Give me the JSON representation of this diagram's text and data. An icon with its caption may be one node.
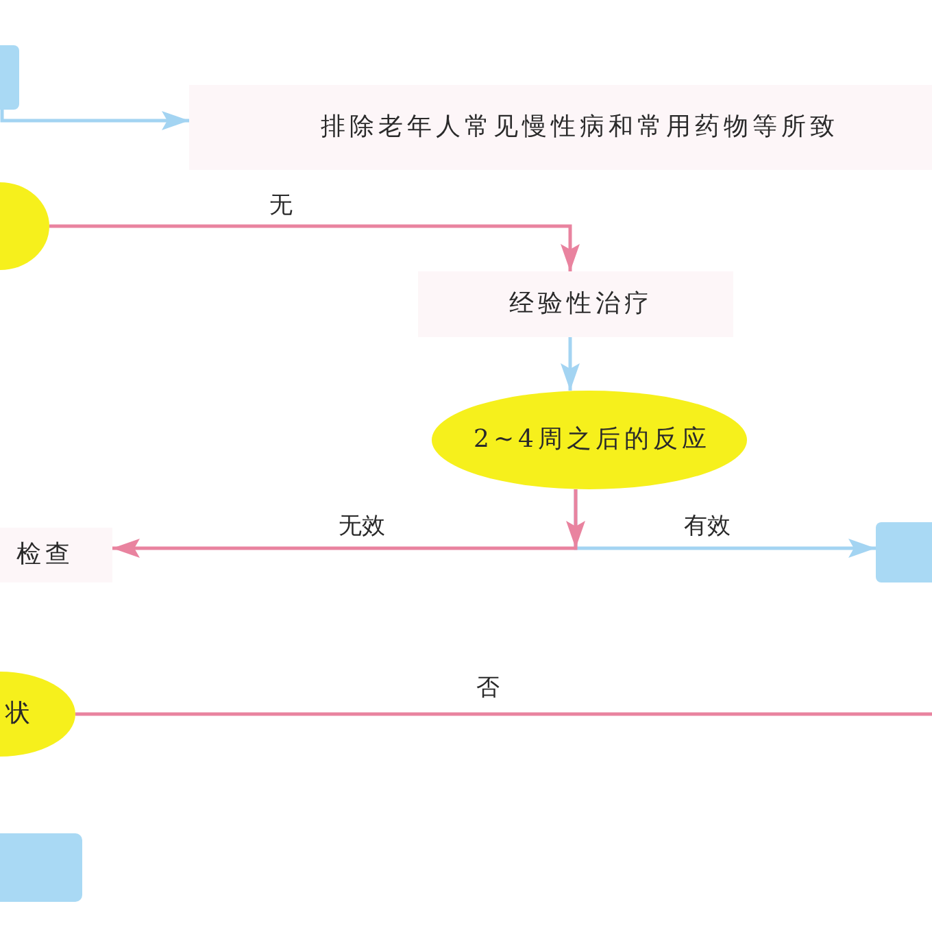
{
  "diagram": {
    "nodes": [
      {
        "text": [],
        "shape": "box"
      },
      {
        "text": [
          "排除老年人常见慢性病和常用药物等所致"
        ]
      },
      {
        "text": [],
        "shape": "ellipse"
      },
      {
        "text": [
          "经验性治疗"
        ]
      },
      {
        "text": [
          "2~4周之后的反应"
        ]
      },
      {
        "text": [
          "检查"
        ]
      },
      {
        "text": [],
        "shape": "box"
      },
      {
        "text": [
          "状"
        ]
      },
      {
        "text": [],
        "shape": "box"
      }
    ],
    "edges": [
      {
        "from": 0,
        "to": 1,
        "arrow": "to",
        "color": "#a3d4f2"
      },
      {
        "from": 2,
        "to": 3,
        "arrow": "to",
        "label": "无",
        "color": "#e9839f"
      },
      {
        "from": 3,
        "to": 4,
        "arrow": "to",
        "color": "#a3d4f2"
      },
      {
        "from": 4,
        "to": 5,
        "arrow": "to",
        "label": "无效",
        "color": "#e9839f"
      },
      {
        "from": 4,
        "to": 6,
        "arrow": "to",
        "label": "有效",
        "color": "#a3d4f2"
      },
      {
        "from": 7,
        "to": null,
        "arrow": "none",
        "label": "否",
        "color": "#e9839f"
      }
    ]
  }
}
